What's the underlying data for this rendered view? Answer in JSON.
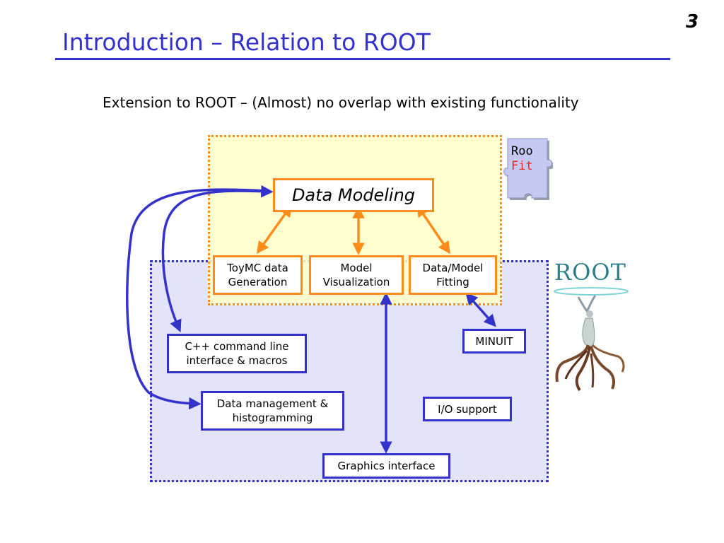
{
  "slide": {
    "number": "3",
    "title": "Introduction – Relation to ROOT",
    "subtitle": "Extension to ROOT – (Almost) no overlap with existing functionality"
  },
  "diagram": {
    "data_modeling": "Data Modeling",
    "toymc": "ToyMC data\nGeneration",
    "model_visualization": "Model\nVisualization",
    "data_model_fitting": "Data/Model\nFitting",
    "minuit": "MINUIT",
    "cpp_interface": "C++ command line\n interface & macros",
    "data_management": "Data management &\nhistogramming",
    "io_support": "I/O support",
    "graphics_interface": "Graphics interface"
  },
  "logos": {
    "roofit_line1": "Roo",
    "roofit_line2": "Fit",
    "root": "ROOT"
  },
  "colors": {
    "title_blue": "#3333cc",
    "orange": "#ff8c1a",
    "root_region_fill": "#e3e3f9",
    "roofit_region_fill": "#ffffc8",
    "root_logo": "#2a7f8a"
  }
}
